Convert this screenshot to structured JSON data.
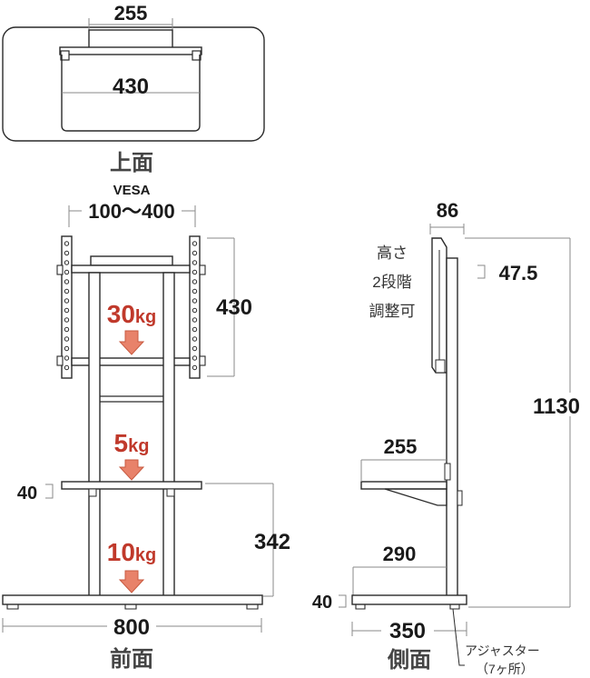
{
  "top_view": {
    "title": "上面",
    "dim_width_upper": "255",
    "dim_width_lower": "430"
  },
  "front_view": {
    "title": "前面",
    "vesa_label": "VESA",
    "vesa_range": "100〜400",
    "dim_frame_height": "430",
    "load_upper": {
      "value": "30",
      "unit": "kg"
    },
    "load_middle": {
      "value": "5",
      "unit": "kg"
    },
    "load_lower": {
      "value": "10",
      "unit": "kg"
    },
    "dim_shelf_thickness": "40",
    "dim_shelf_height": "342",
    "dim_width": "800"
  },
  "side_view": {
    "title": "側面",
    "dim_depth_top": "86",
    "height_note": [
      "高さ",
      "2段階",
      "調整可"
    ],
    "dim_step": "47.5",
    "dim_total_height": "1130",
    "dim_shelf_depth": "255",
    "dim_base_plate": "290",
    "dim_base_thickness": "40",
    "dim_base_depth": "350",
    "adjuster_label": "アジャスター",
    "adjuster_count": "（7ヶ所）"
  },
  "colors": {
    "line": "#2a2a2a",
    "gray_line": "#8a8a8a",
    "load_text": "#c0392b",
    "arrow_fill": "#e8826a",
    "arrow_stroke": "#c85a40"
  }
}
